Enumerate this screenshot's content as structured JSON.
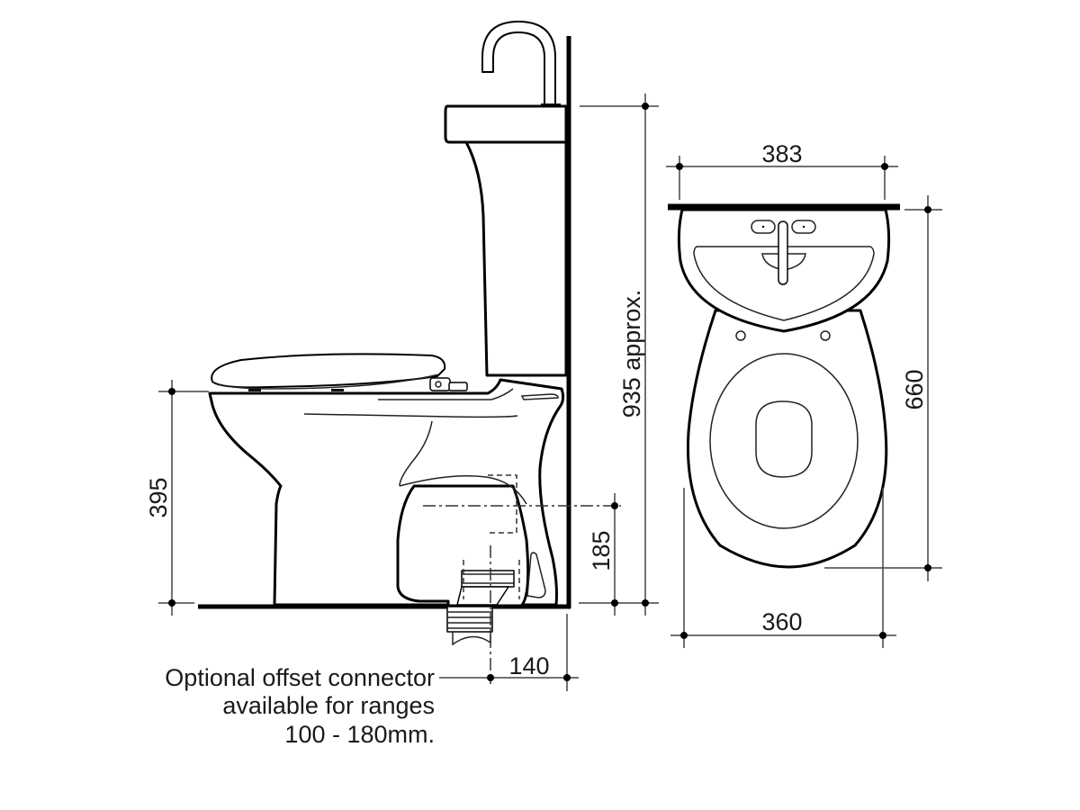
{
  "diagram": {
    "type": "technical-drawing",
    "subject": "Close-coupled toilet suite with basin-on-cistern",
    "views": [
      "side-elevation",
      "plan-view"
    ],
    "side_view": {
      "dimensions": {
        "seat_height": "395",
        "outlet_height": "185",
        "overall_height": "935 approx.",
        "outlet_setout": "140"
      },
      "note": {
        "line1": "Optional offset connector",
        "line2": "available for ranges",
        "line3": "100 - 180mm."
      }
    },
    "plan_view": {
      "dimensions": {
        "basin_width": "383",
        "overall_projection": "660",
        "pan_width": "360"
      }
    }
  }
}
